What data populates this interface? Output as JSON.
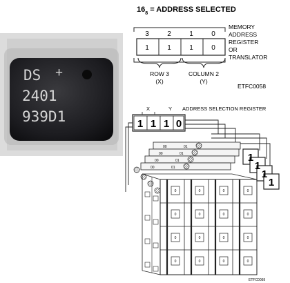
{
  "chip_photo": {
    "marking_line1": "DS",
    "marking_line2": "2401",
    "marking_line3": "939D1"
  },
  "address_diagram": {
    "title_base": "16",
    "title_subscript": "8",
    "title_text": " = ADDRESS SELECTED",
    "bit_positions": [
      "3",
      "2",
      "1",
      "0"
    ],
    "bit_values": [
      "1",
      "1",
      "1",
      "0"
    ],
    "register_label_lines": [
      "MEMORY",
      "ADDRESS",
      "REGISTER",
      "OR",
      "TRANSLATOR"
    ],
    "row_label": "ROW 3",
    "row_var": "(X)",
    "column_label": "COLUMN 2",
    "column_var": "(Y)",
    "figure_id": "ETFC0058"
  },
  "selection_diagram": {
    "x_label": "X",
    "y_label": "Y",
    "title": "ADDRESS SELECTION REGISTER",
    "register_bits": [
      "1",
      "1",
      "1",
      "0"
    ],
    "output_ones": [
      "1",
      "1",
      "1",
      "1"
    ],
    "figure_id": "ETFC0059"
  }
}
